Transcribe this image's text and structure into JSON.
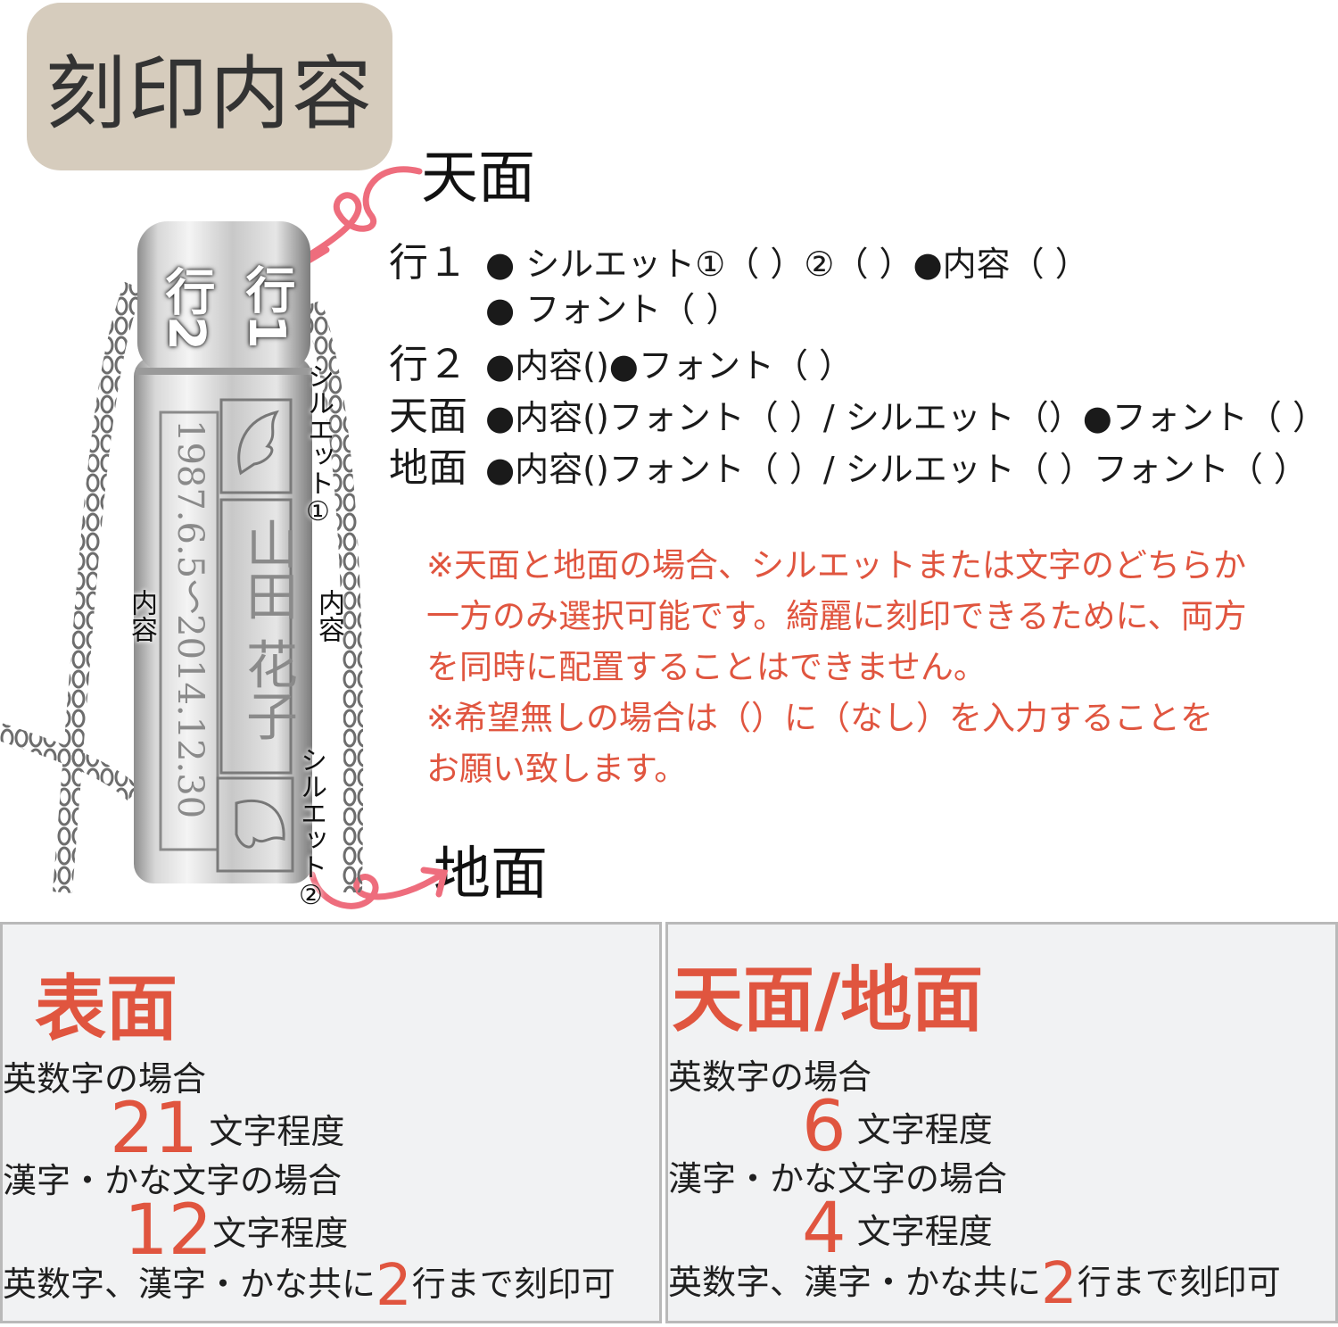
{
  "title": "刻印内容",
  "labels": {
    "top": "天面",
    "bottom": "地面"
  },
  "diagram": {
    "row1": "行1",
    "row2": "行2",
    "silhouette1": "シルエット①",
    "silhouette2": "シルエット②",
    "content_left": "内容",
    "content_right": "内容",
    "engraving_date": "1987.6.5～2014.12.30",
    "engraving_name": "山田 花子"
  },
  "spec": {
    "row1_label": "行１",
    "row1_line1": "● シルエット①（ ）②（ ）●内容（ ）",
    "row1_line2": "● フォント（ ）",
    "row2_label": "行２",
    "row2_text": "●内容()●フォント（ ）",
    "top_label": "天面",
    "top_text": "●内容()フォント（ ）/ シルエット（）●フォント（ ）",
    "bottom_label": "地面",
    "bottom_text": "●内容()フォント（ ）/ シルエット（ ）フォント（ ）"
  },
  "note": {
    "line1": "※天面と地面の場合、シルエットまたは文字のどちらか",
    "line2": "一方のみ選択可能です。綺麗に刻印できるために、両方",
    "line3": "を同時に配置することはできません。",
    "line4": "※希望無しの場合は（）に（なし）を入力することを",
    "line5": "お願い致します。"
  },
  "panels": {
    "front": {
      "title": "表面",
      "alnum_label": "英数字の場合",
      "alnum_count": "21",
      "count_suffix": "文字程度",
      "kana_label": "漢字・かな文字の場合",
      "kana_count": "12",
      "lines_prefix": "英数字、漢字・かな共に",
      "lines_count": "2",
      "lines_suffix": "行まで刻印可"
    },
    "topbottom": {
      "title": "天面/地面",
      "alnum_label": "英数字の場合",
      "alnum_count": "6",
      "count_suffix": "文字程度",
      "kana_label": "漢字・かな文字の場合",
      "kana_count": "4",
      "lines_prefix": "英数字、漢字・かな共に",
      "lines_count": "2",
      "lines_suffix": "行まで刻印可"
    }
  },
  "colors": {
    "accent": "#e0553f",
    "badge": "#d6ccbd",
    "arrow": "#ee6d7d",
    "panel_bg": "#f1f2f3"
  }
}
